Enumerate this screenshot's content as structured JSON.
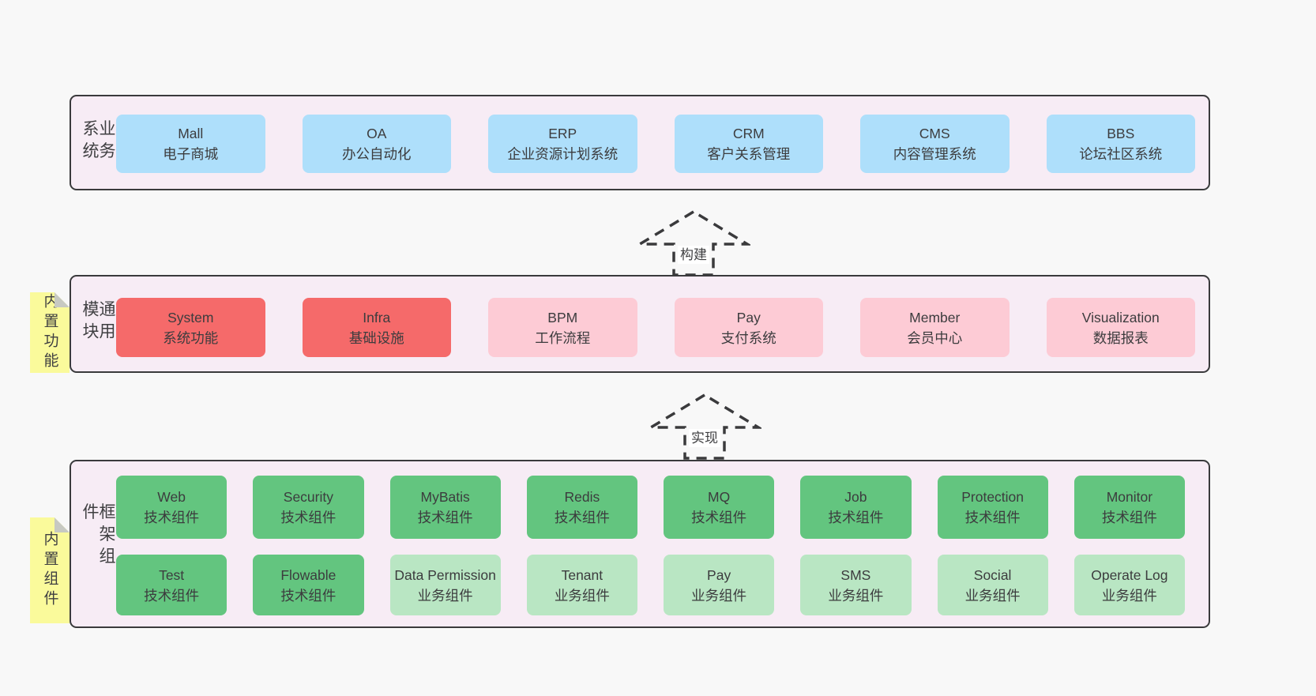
{
  "colors": {
    "page_background": "#F8F8F8",
    "band_fill": "#F7ECF5",
    "band_border": "#3A3A3C",
    "box_blue": "#AEDFFB",
    "box_red": "#F56A6A",
    "box_pink": "#FDCBD5",
    "box_green": "#63C57F",
    "box_light_green": "#B9E6C3",
    "note_yellow": "#FAFA9B",
    "note_fold_gray": "#C7C9C2"
  },
  "bands": [
    {
      "label": "业务系统",
      "boxes": [
        {
          "title": "Mall",
          "subtitle": "电子商城"
        },
        {
          "title": "OA",
          "subtitle": "办公自动化"
        },
        {
          "title": "ERP",
          "subtitle": "企业资源计划系统"
        },
        {
          "title": "CRM",
          "subtitle": "客户关系管理"
        },
        {
          "title": "CMS",
          "subtitle": "内容管理系统"
        },
        {
          "title": "BBS",
          "subtitle": "论坛社区系统"
        }
      ]
    },
    {
      "label": "通用模块",
      "note": "内置功能",
      "boxes": [
        {
          "title": "System",
          "subtitle": "系统功能"
        },
        {
          "title": "Infra",
          "subtitle": "基础设施"
        },
        {
          "title": "BPM",
          "subtitle": "工作流程"
        },
        {
          "title": "Pay",
          "subtitle": "支付系统"
        },
        {
          "title": "Member",
          "subtitle": "会员中心"
        },
        {
          "title": "Visualization",
          "subtitle": "数据报表"
        }
      ]
    },
    {
      "label": "框架组件",
      "note": "内置组件",
      "rows": [
        [
          {
            "title": "Web",
            "subtitle": "技术组件"
          },
          {
            "title": "Security",
            "subtitle": "技术组件"
          },
          {
            "title": "MyBatis",
            "subtitle": "技术组件"
          },
          {
            "title": "Redis",
            "subtitle": "技术组件"
          },
          {
            "title": "MQ",
            "subtitle": "技术组件"
          },
          {
            "title": "Job",
            "subtitle": "技术组件"
          },
          {
            "title": "Protection",
            "subtitle": "技术组件"
          },
          {
            "title": "Monitor",
            "subtitle": "技术组件"
          }
        ],
        [
          {
            "title": "Test",
            "subtitle": "技术组件"
          },
          {
            "title": "Flowable",
            "subtitle": "技术组件"
          },
          {
            "title": "Data Permission",
            "subtitle": "业务组件"
          },
          {
            "title": "Tenant",
            "subtitle": "业务组件"
          },
          {
            "title": "Pay",
            "subtitle": "业务组件"
          },
          {
            "title": "SMS",
            "subtitle": "业务组件"
          },
          {
            "title": "Social",
            "subtitle": "业务组件"
          },
          {
            "title": "Operate Log",
            "subtitle": "业务组件"
          }
        ]
      ]
    }
  ],
  "arrows": [
    {
      "label": "构建"
    },
    {
      "label": "实现"
    }
  ]
}
